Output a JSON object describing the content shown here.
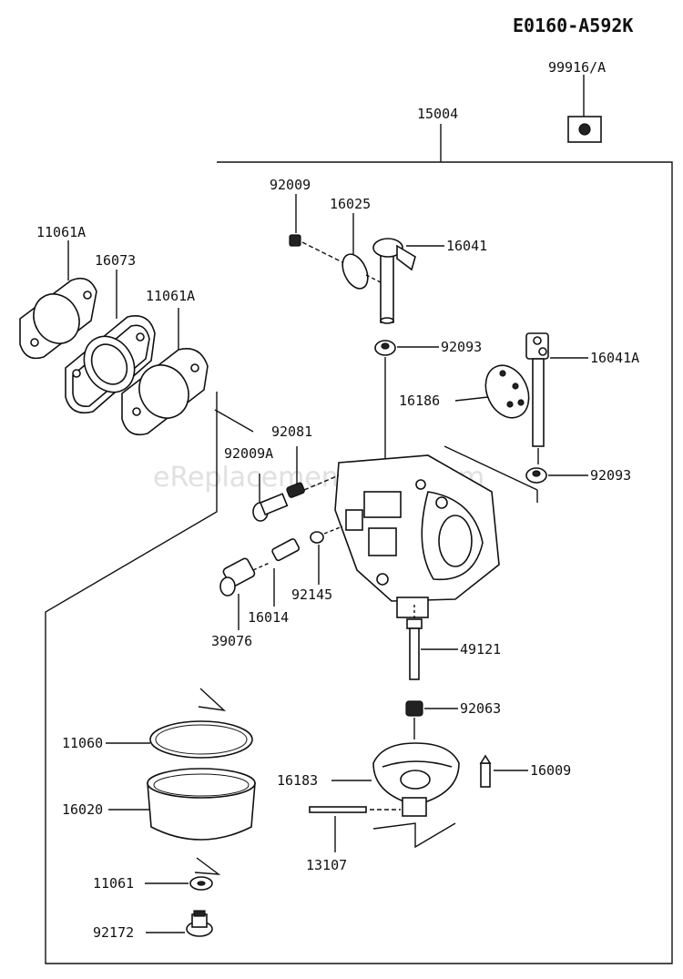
{
  "diagram_code": "E0160-A592K",
  "watermark": "eReplacementParts.com",
  "labels": {
    "p99916A": "99916/A",
    "p15004": "15004",
    "p92009": "92009",
    "p16025": "16025",
    "p16041": "16041",
    "p11061A_top": "11061A",
    "p16073": "16073",
    "p11061A_right": "11061A",
    "p92093_top": "92093",
    "p16041A": "16041A",
    "p16186": "16186",
    "p92081": "92081",
    "p92009A": "92009A",
    "p92093_right": "92093",
    "p92145": "92145",
    "p16014": "16014",
    "p39076": "39076",
    "p49121": "49121",
    "p92063": "92063",
    "p11060": "11060",
    "p16183": "16183",
    "p16009": "16009",
    "p16020": "16020",
    "p13107": "13107",
    "p11061": "11061",
    "p92172": "92172"
  }
}
